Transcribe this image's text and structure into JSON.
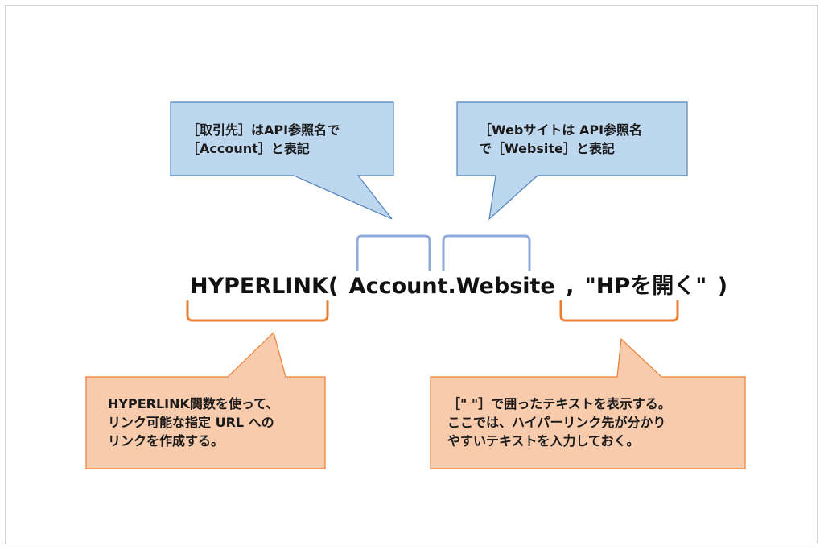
{
  "formula": "HYPERLINK( Account.Website , \"HPを開く\" )",
  "callouts": {
    "api_account": {
      "lines": [
        "［取引先］はAPI参照名で",
        "［Account］と表記"
      ]
    },
    "api_website": {
      "lines": [
        "［Webサイトは API参照名",
        "で［Website］と表記"
      ]
    },
    "hyperlink_function": {
      "lines": [
        "HYPERLINK関数を使って、",
        "リンク可能な指定 URL への",
        "リンクを作成する。"
      ]
    },
    "display_text": {
      "lines": [
        "［\" \"］で囲ったテキストを表示する。",
        "ここでは、ハイパーリンク先が分かり",
        "やすいテキストを入力しておく。"
      ]
    }
  },
  "colors": {
    "blue_fill": "#bdd7ee",
    "blue_stroke": "#4f81bd",
    "bracket_blue": "#8faadc",
    "orange_fill": "#f8cbad",
    "orange_stroke": "#ed7d31",
    "bracket_orange": "#ed7d31"
  }
}
